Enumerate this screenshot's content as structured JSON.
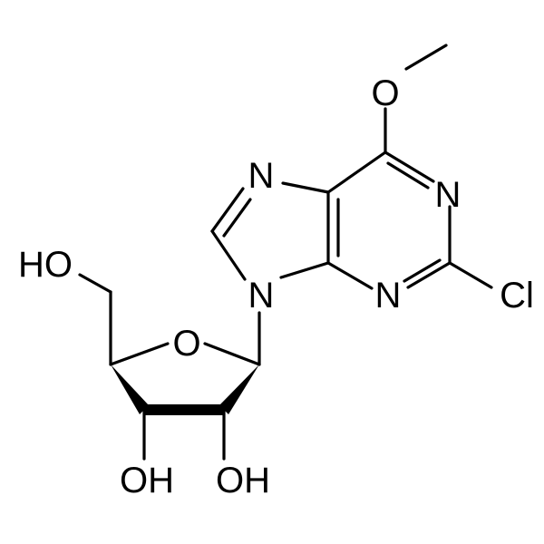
{
  "molecule": {
    "atoms": {
      "methoxy_o": "O",
      "n1": "N",
      "n3": "N",
      "n7": "N",
      "n9": "N",
      "cl": "Cl",
      "ring_o": "O",
      "oh_5": "HO",
      "oh_3": "OH",
      "oh_2": "OH"
    }
  }
}
